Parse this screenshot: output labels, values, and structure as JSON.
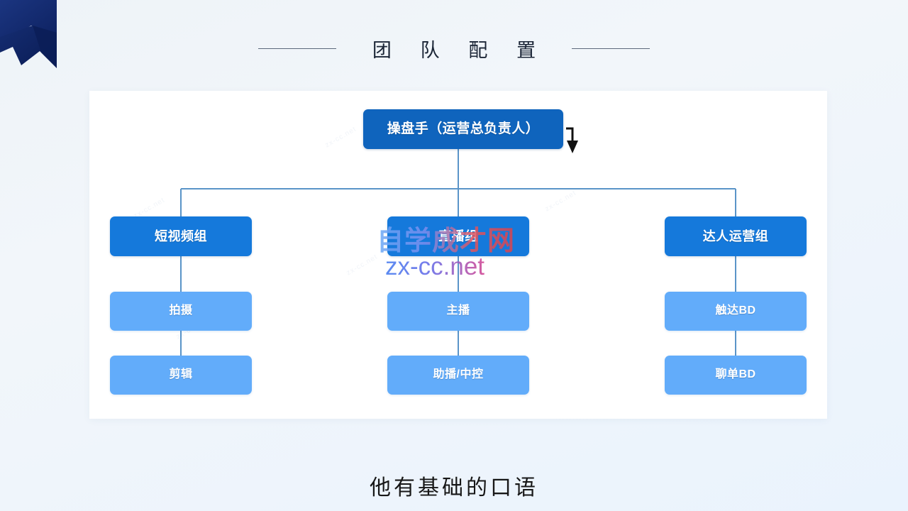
{
  "header": {
    "title": "团 队 配 置",
    "left_rule": "decorative-rule",
    "right_rule": "decorative-rule"
  },
  "caption": {
    "text": "他有基础的口语"
  },
  "watermark": {
    "brand": "自学成才网",
    "url": "zx-cc.net",
    "tile_text": "zx-cc.net"
  },
  "colors": {
    "root_box": "#0f64bd",
    "group_box": "#1579db",
    "leaf_box": "#62acfa",
    "connector": "#5a94c8",
    "arrow": "#111111",
    "panel": "#ffffff",
    "background": "#eef3f8",
    "ribbon": "#132a6b",
    "title_text": "#1b2536"
  },
  "chart_data": {
    "type": "org-tree",
    "root": {
      "label": "操盘手（运营总负责人）"
    },
    "branches": [
      {
        "label": "短视频组",
        "children": [
          {
            "label": "拍摄"
          },
          {
            "label": "剪辑"
          }
        ]
      },
      {
        "label": "直播组",
        "children": [
          {
            "label": "主播"
          },
          {
            "label": "助播/中控"
          }
        ]
      },
      {
        "label": "达人运营组",
        "children": [
          {
            "label": "触达BD"
          },
          {
            "label": "聊单BD"
          }
        ]
      }
    ]
  }
}
